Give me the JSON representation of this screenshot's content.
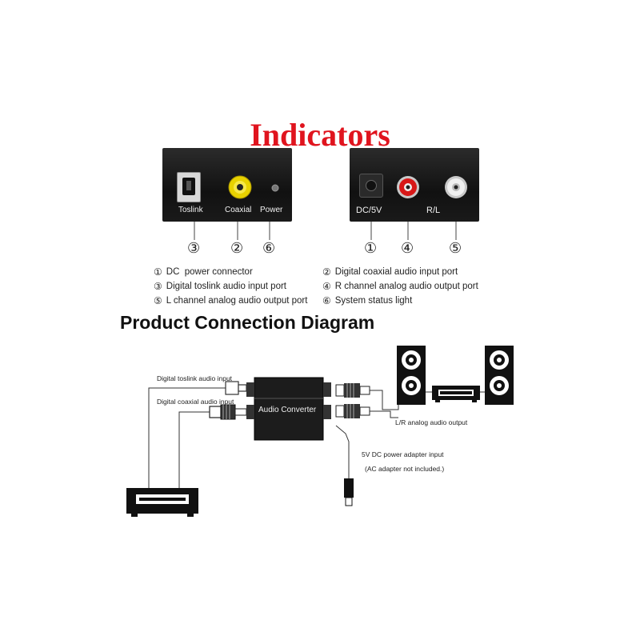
{
  "title": "Indicators",
  "front_panel": {
    "labels": {
      "toslink": "Toslink",
      "coaxial": "Coaxial",
      "power": "Power"
    },
    "numbers": [
      "③",
      "②",
      "⑥"
    ]
  },
  "rear_panel": {
    "labels": {
      "dc": "DC/5V",
      "rl": "R/L"
    },
    "numbers": [
      "①",
      "④",
      "⑤"
    ]
  },
  "legend": {
    "left": [
      {
        "num": "①",
        "text": "DC  power connector"
      },
      {
        "num": "③",
        "text": "Digital toslink audio input port"
      },
      {
        "num": "⑤",
        "text": "L channel analog audio output port"
      }
    ],
    "right": [
      {
        "num": "②",
        "text": "Digital coaxial audio input port"
      },
      {
        "num": "④",
        "text": "R channel analog audio output port"
      },
      {
        "num": "⑥",
        "text": "System status light"
      }
    ]
  },
  "diagram": {
    "title": "Product Connection Diagram",
    "converter_label": "Audio Converter",
    "toslink_input": "Digital toslink audio input",
    "coaxial_input": "Digital coaxial audio input",
    "analog_output": "L/R analog audio output",
    "power_input": "5V DC power adapter input",
    "power_note": "(AC adapter not included.)"
  },
  "colors": {
    "title": "#e0141e",
    "panel": "#1a1a1a",
    "coax_yellow": "#e8d200",
    "rca_red": "#d81818",
    "rca_white": "#eeeeee"
  }
}
